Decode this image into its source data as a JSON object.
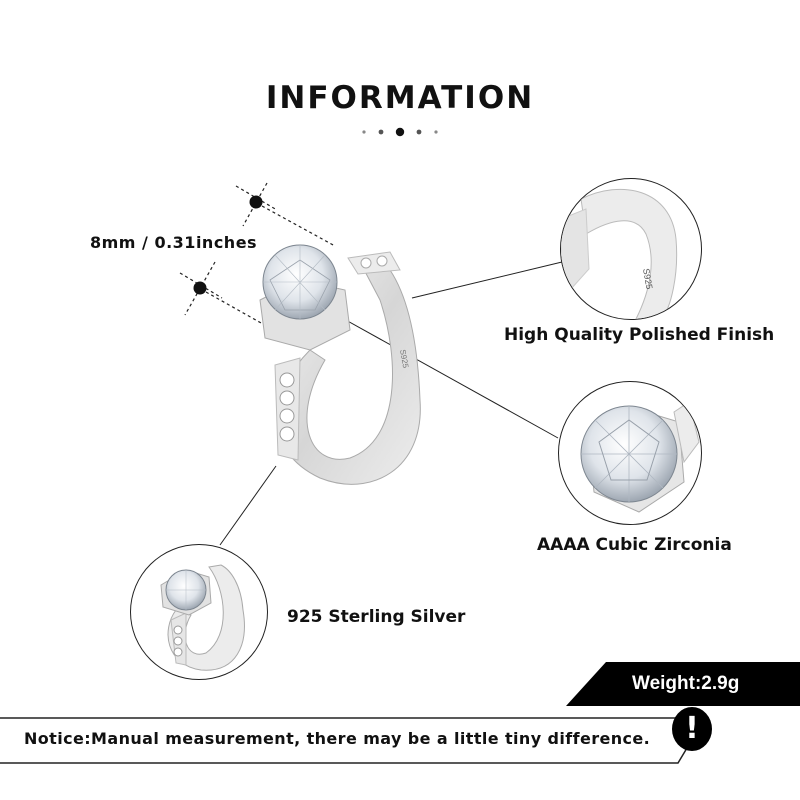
{
  "header": {
    "title": "INFORMATION"
  },
  "measurement": {
    "label": "8mm / 0.31inches"
  },
  "features": [
    {
      "label": "High Quality Polished Finish",
      "image": "ring-band-closeup-s925"
    },
    {
      "label": "AAAA Cubic Zirconia",
      "image": "stone-closeup"
    },
    {
      "label": "925 Sterling Silver",
      "image": "full-ring-thumbnail"
    }
  ],
  "main_image": {
    "description": "silver solitaire ring with round stone and pave band",
    "stamp": "S925"
  },
  "weight": {
    "label": "Weight:2.9g"
  },
  "notice": {
    "text": "Notice:Manual measurement, there may be a little tiny difference.",
    "icon_glyph": "!"
  },
  "colors": {
    "text": "#111111",
    "background": "#ffffff",
    "banner": "#000000"
  }
}
